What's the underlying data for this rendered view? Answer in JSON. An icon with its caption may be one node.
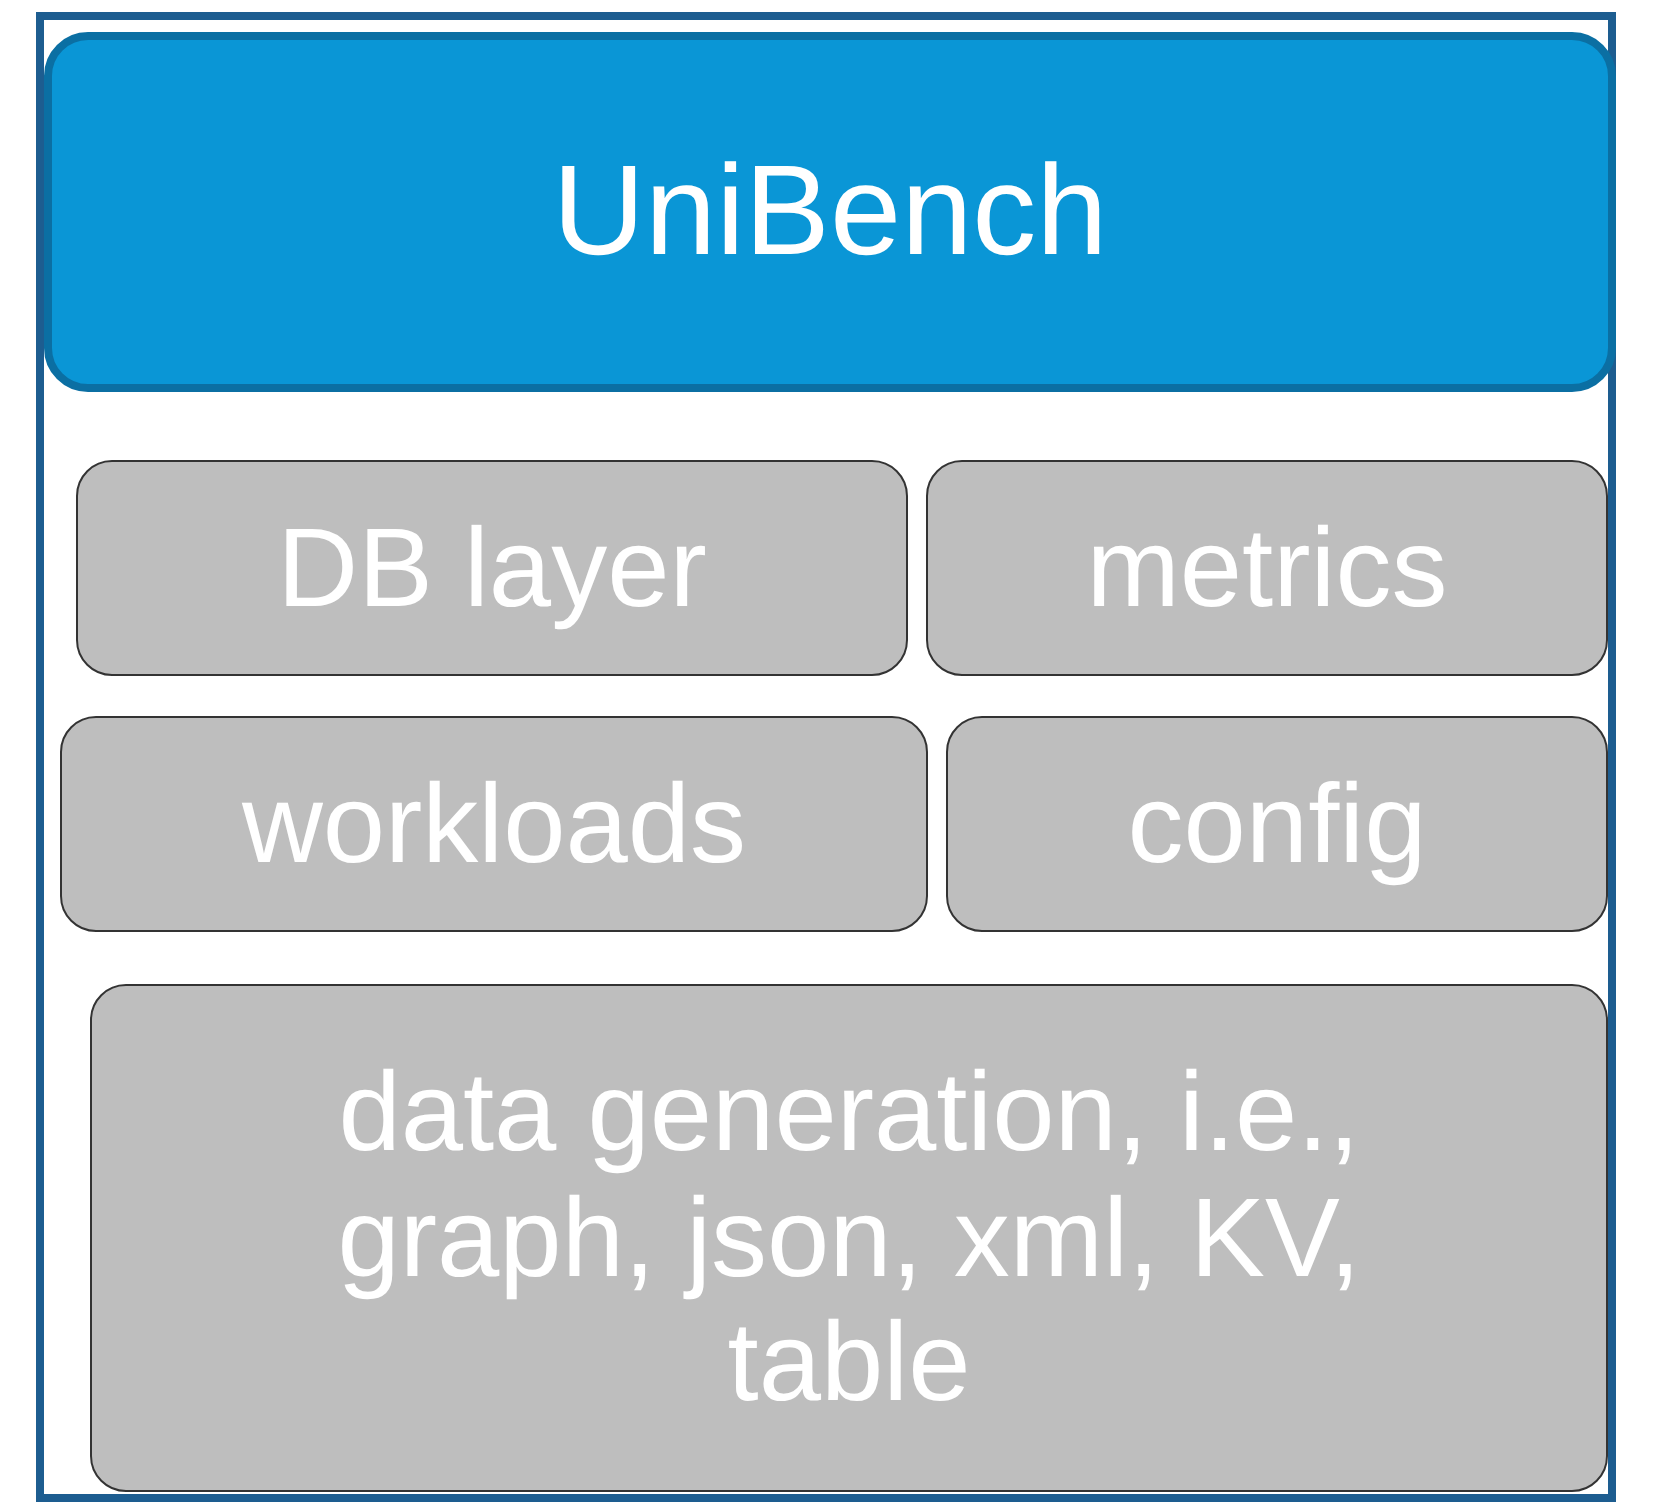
{
  "diagram": {
    "nodes": [
      {
        "text": [
          "UniBench"
        ]
      },
      {
        "text": [
          "DB layer"
        ]
      },
      {
        "text": [
          "metrics"
        ]
      },
      {
        "text": [
          "workloads"
        ]
      },
      {
        "text": [
          "config"
        ]
      },
      {
        "text": [
          "data generation, i.e., graph, json, xml, KV, table"
        ]
      }
    ]
  }
}
